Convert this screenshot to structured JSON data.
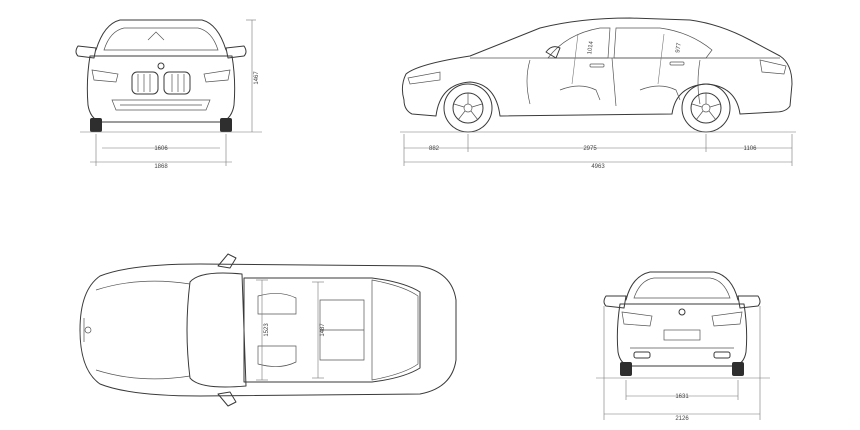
{
  "views": {
    "front": {
      "track_front": "1606",
      "width": "1868",
      "height": "1467"
    },
    "side": {
      "overhang_front": "882",
      "wheelbase": "2975",
      "overhang_rear": "1106",
      "length": "4963",
      "headroom_front": "1014",
      "headroom_rear": "977"
    },
    "top": {
      "shoulder_front": "1523",
      "shoulder_rear": "1487"
    },
    "rear": {
      "track_rear": "1631",
      "width_mirrors": "2126"
    }
  }
}
